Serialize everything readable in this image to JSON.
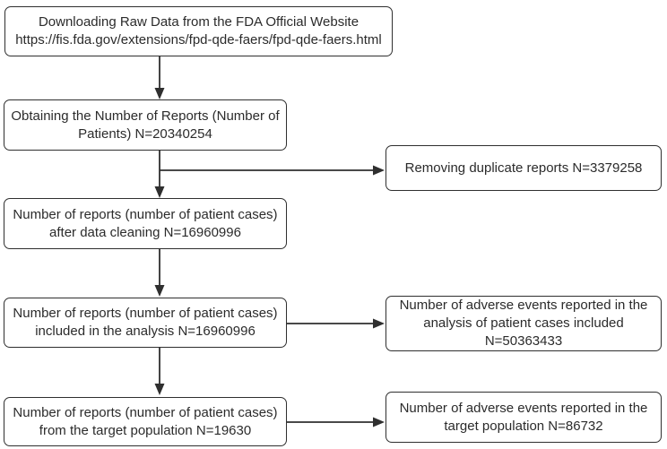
{
  "colors": {
    "border": "#2f2f2f",
    "text": "#2b2b2b",
    "arrow": "#2f2f2f",
    "background": "#ffffff"
  },
  "boxes": {
    "download": {
      "lines": [
        "Downloading Raw Data from the FDA Official Website",
        "https://fis.fda.gov/extensions/fpd-qde-faers/fpd-qde-faers.html"
      ],
      "url": "https://fis.fda.gov/extensions/fpd-qde-faers/fpd-qde-faers.html"
    },
    "obtain": {
      "lines": [
        "Obtaining the Number of Reports (Number of",
        "Patients) N=20340254"
      ],
      "n": 20340254
    },
    "dedup": {
      "lines": [
        "Removing duplicate reports N=3379258"
      ],
      "n": 3379258
    },
    "cleaned": {
      "lines": [
        "Number of reports (number of patient cases)",
        "after data cleaning N=16960996"
      ],
      "n": 16960996
    },
    "analysis": {
      "lines": [
        "Number of reports (number of patient cases)",
        "included in the analysis N=16960996"
      ],
      "n": 16960996
    },
    "adverse_analysis": {
      "lines": [
        "Number of adverse events reported in the",
        "analysis of patient cases included",
        "N=50363433"
      ],
      "n": 50363433
    },
    "target": {
      "lines": [
        "Number of reports (number of patient cases)",
        "from the target population N=19630"
      ],
      "n": 19630
    },
    "adverse_target": {
      "lines": [
        "Number of adverse events reported in the",
        "target population N=86732"
      ],
      "n": 86732
    }
  },
  "edges": [
    {
      "from": "download",
      "to": "obtain"
    },
    {
      "from": "obtain",
      "to": "dedup"
    },
    {
      "from": "obtain",
      "to": "cleaned"
    },
    {
      "from": "cleaned",
      "to": "analysis"
    },
    {
      "from": "analysis",
      "to": "adverse_analysis"
    },
    {
      "from": "analysis",
      "to": "target"
    },
    {
      "from": "target",
      "to": "adverse_target"
    }
  ]
}
